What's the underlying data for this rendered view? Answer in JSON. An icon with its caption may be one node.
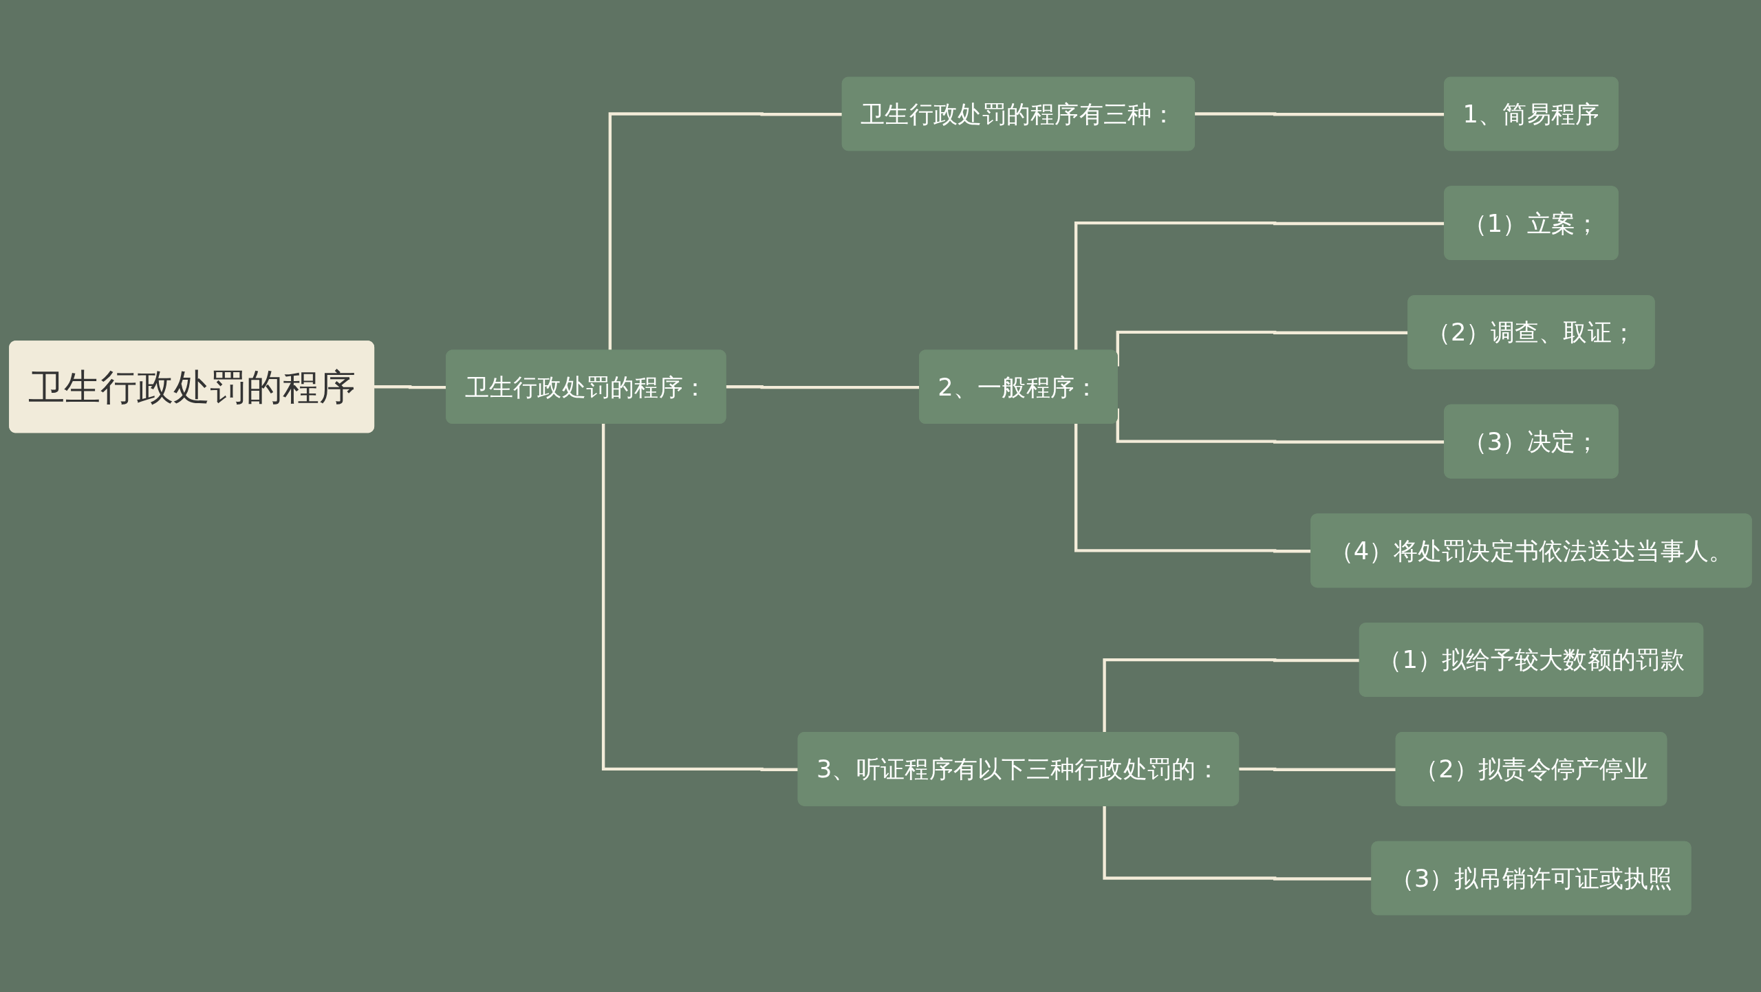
{
  "diagram": {
    "nodes": [
      {
        "text": [
          "卫生行政处罚的程序"
        ]
      },
      {
        "text": [
          "卫生行政处罚的程序："
        ]
      },
      {
        "text": [
          "卫生行政处罚的程序有三种："
        ]
      },
      {
        "text": [
          "1、简易程序"
        ]
      },
      {
        "text": [
          "2、一般程序："
        ]
      },
      {
        "text": [
          "（1）立案；"
        ]
      },
      {
        "text": [
          "（2）调查、取证；"
        ]
      },
      {
        "text": [
          "（3）决定；"
        ]
      },
      {
        "text": [
          "（4）将处罚决定书依法送达当事人。"
        ]
      },
      {
        "text": [
          "3、听证程序有以下三种行政处罚的："
        ]
      },
      {
        "text": [
          "（1）拟给予较大数额的罚款"
        ]
      },
      {
        "text": [
          "（2）拟责令停产停业"
        ]
      },
      {
        "text": [
          "（3）拟吊销许可证或执照"
        ]
      }
    ],
    "edges": [
      {
        "from": 0,
        "to": 1,
        "arrow": "none"
      },
      {
        "from": 1,
        "to": 2,
        "arrow": "none"
      },
      {
        "from": 2,
        "to": 3,
        "arrow": "none"
      },
      {
        "from": 1,
        "to": 4,
        "arrow": "none"
      },
      {
        "from": 4,
        "to": 5,
        "arrow": "none"
      },
      {
        "from": 4,
        "to": 6,
        "arrow": "none"
      },
      {
        "from": 4,
        "to": 7,
        "arrow": "none"
      },
      {
        "from": 4,
        "to": 8,
        "arrow": "none"
      },
      {
        "from": 1,
        "to": 9,
        "arrow": "none"
      },
      {
        "from": 9,
        "to": 10,
        "arrow": "none"
      },
      {
        "from": 9,
        "to": 11,
        "arrow": "none"
      },
      {
        "from": 9,
        "to": 12,
        "arrow": "none"
      }
    ]
  }
}
